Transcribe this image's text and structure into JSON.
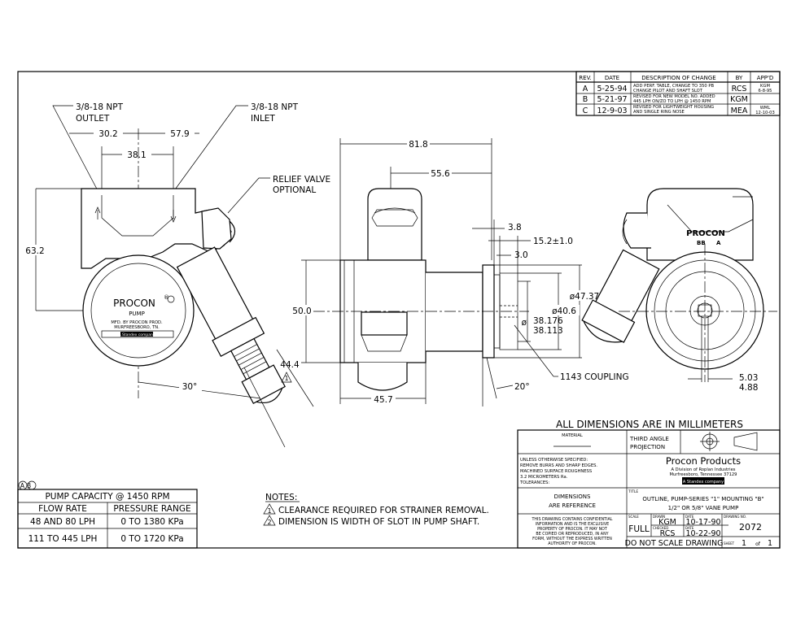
{
  "revision_table": {
    "headers": [
      "REV.",
      "DATE",
      "DESCRIPTION OF CHANGE",
      "BY",
      "APP'D"
    ],
    "rows": [
      {
        "rev": "A",
        "date": "5-25-94",
        "desc1": "ADD PERF. TABLE, CHANGE TO 350 PB",
        "desc2": "CHANGE PILOT AND SHAFT SLOT",
        "by": "RCS",
        "appd1": "KGM",
        "appd2": "6-8-95"
      },
      {
        "rev": "B",
        "date": "5-21-97",
        "desc1": "REVISED FOR NEW MODEL NO. ADDED",
        "desc2": "445 LPH ON/ZO TO LPH @ 1450 RPM",
        "by": "KGM",
        "appd1": "",
        "appd2": ""
      },
      {
        "rev": "C",
        "date": "12-9-03",
        "desc1": "REVISED FOR LIGHTWEIGHT HOUSING",
        "desc2": "AND SINGLE RING NOSE",
        "by": "MEA",
        "appd1": "WML",
        "appd2": "12-10-03"
      }
    ]
  },
  "left_view": {
    "outlet_label": "3/8-18 NPT",
    "outlet_sub": "OUTLET",
    "inlet_label": "3/8-18 NPT",
    "inlet_sub": "INLET",
    "relief_label": "RELIEF VALVE",
    "relief_sub": "OPTIONAL",
    "dim_a": "30.2",
    "dim_b": "57.9",
    "dim_c": "38.1",
    "dim_height": "63.2",
    "dim_diag": "44.4",
    "angle": "30°",
    "brand": "PROCON",
    "brand_mark": "®",
    "brand_sub": "PUMP",
    "maker1": "MFD. BY PROCON PROD.",
    "maker2": "MURFREESBORO, TN.",
    "plate_text": "A Standex company",
    "note_flag": "1"
  },
  "side_view": {
    "dim_len": "81.8",
    "dim_mid": "55.6",
    "dim_height": "50.0",
    "dim_bottom": "45.7",
    "dim_3_8": "3.8",
    "dim_15_2": "15.2±1.0",
    "dim_3_0": "3.0",
    "dim_47": "ø47.37",
    "dim_40": "ø40.6",
    "dim_38a": "38.176",
    "dim_38b": "38.113",
    "dia_symbol": "ø",
    "angle": "20°",
    "coupling": "1143 COUPLING"
  },
  "right_view": {
    "brand": "PROCON",
    "stamp_left": "BB",
    "stamp_right": "A",
    "dim_top": "5.03",
    "dim_bottom": "4.88",
    "note_flag": "2"
  },
  "units_note": "ALL DIMENSIONS ARE IN MILLIMETERS",
  "rev_marks": "AB",
  "capacity_table": {
    "title": "PUMP CAPACITY @ 1450 RPM",
    "headers": [
      "FLOW RATE",
      "PRESSURE RANGE"
    ],
    "rows": [
      [
        "48 AND 80 LPH",
        "0 TO 1380 KPa"
      ],
      [
        "111 TO 445 LPH",
        "0 TO 1720 KPa"
      ]
    ]
  },
  "notes": {
    "heading": "NOTES:",
    "items": [
      {
        "num": "1",
        "text": "CLEARANCE REQUIRED FOR STRAINER REMOVAL."
      },
      {
        "num": "2",
        "text": "DIMENSION IS WIDTH OF SLOT IN PUMP SHAFT."
      }
    ]
  },
  "title_block": {
    "material_label": "MATERIAL",
    "third_angle": "THIRD ANGLE",
    "projection": "PROJECTION",
    "unless_lines": [
      "UNLESS OTHERWISE SPECIFIED:",
      "REMOVE BURRS AND SHARP EDGES.",
      "MACHINED SURFACE ROUGHNESS",
      "3.2 MICROMETERS Ra.",
      "TOLERANCES:"
    ],
    "dimensions_1": "DIMENSIONS",
    "dimensions_2": "ARE REFERENCE",
    "company": "Procon Products",
    "division": "A Division of Roplan Industries",
    "company_city": "Murfreesboro, Tennessee 37129",
    "company_logo": "A Standex company",
    "title_label": "TITLE",
    "title_1": "OUTLINE, PUMP-SERIES \"1\" MOUNTING \"B\"",
    "title_2": "1/2\" OR 5/8\" VANE PUMP",
    "confidential": [
      "THIS DRAWING CONTAINS CONFIDENTIAL",
      "INFORMATION AND IS THE EXCLUSIVE",
      "PROPERTY OF PROCON. IT MAY NOT",
      "BE COPIED OR REPRODUCED, IN ANY",
      "FORM, WITHOUT THE EXPRESS WRITTEN",
      "AUTHORITY OF PROCON."
    ],
    "scale_label": "SCALE",
    "scale": "FULL",
    "drawn_label": "DRAWN",
    "drawn": "KGM",
    "checked_label": "CHECKED",
    "checked": "RCS",
    "date_label": "DATE",
    "drawn_date": "10-17-90",
    "checked_date": "10-22-90",
    "drawing_no_label": "DRAWING NO.",
    "drawing_no": "2072",
    "no_scale": "DO NOT SCALE DRAWING",
    "sheet_label": "SHEET",
    "sheet": "1",
    "of": "of",
    "sheet_total": "1"
  }
}
